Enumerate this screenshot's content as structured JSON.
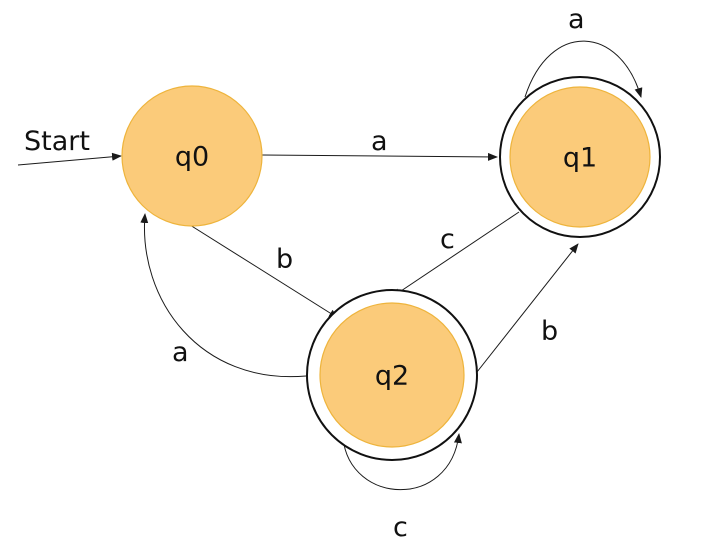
{
  "colors": {
    "state_fill": "#fbcb7a",
    "state_stroke": "#eeb43c",
    "line": "#1a1a1a"
  },
  "start_label": "Start",
  "states": {
    "q0": {
      "label": "q0",
      "accepting": false,
      "initial": true
    },
    "q1": {
      "label": "q1",
      "accepting": true,
      "initial": false
    },
    "q2": {
      "label": "q2",
      "accepting": true,
      "initial": false
    }
  },
  "transitions": [
    {
      "from": "q0",
      "to": "q1",
      "symbol": "a"
    },
    {
      "from": "q1",
      "to": "q1",
      "symbol": "a"
    },
    {
      "from": "q0",
      "to": "q2",
      "symbol": "b"
    },
    {
      "from": "q1",
      "to": "q2",
      "symbol": "c"
    },
    {
      "from": "q2",
      "to": "q1",
      "symbol": "b"
    },
    {
      "from": "q2",
      "to": "q0",
      "symbol": "a"
    },
    {
      "from": "q2",
      "to": "q2",
      "symbol": "c"
    }
  ]
}
